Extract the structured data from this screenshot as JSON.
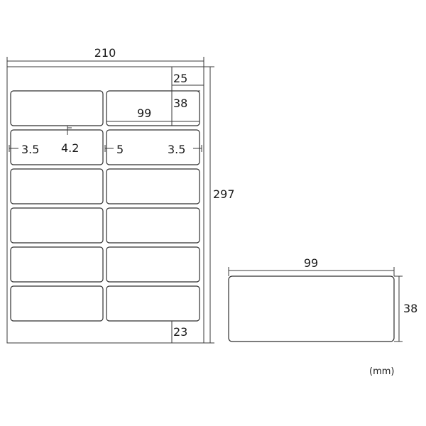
{
  "sheet": {
    "width_label": "210",
    "height_label": "297",
    "top_margin_label": "25",
    "label_height_label": "38",
    "label_width_label": "99",
    "bottom_margin_label": "23",
    "vertical_gap_label": "4.2",
    "left_margin_label": "3.5",
    "column_gap_label": "5",
    "right_margin_label": "3.5",
    "labels": {
      "rows": 6,
      "columns": 2
    }
  },
  "single_label": {
    "width_label": "99",
    "height_label": "38"
  },
  "unit_label": "(mm)"
}
